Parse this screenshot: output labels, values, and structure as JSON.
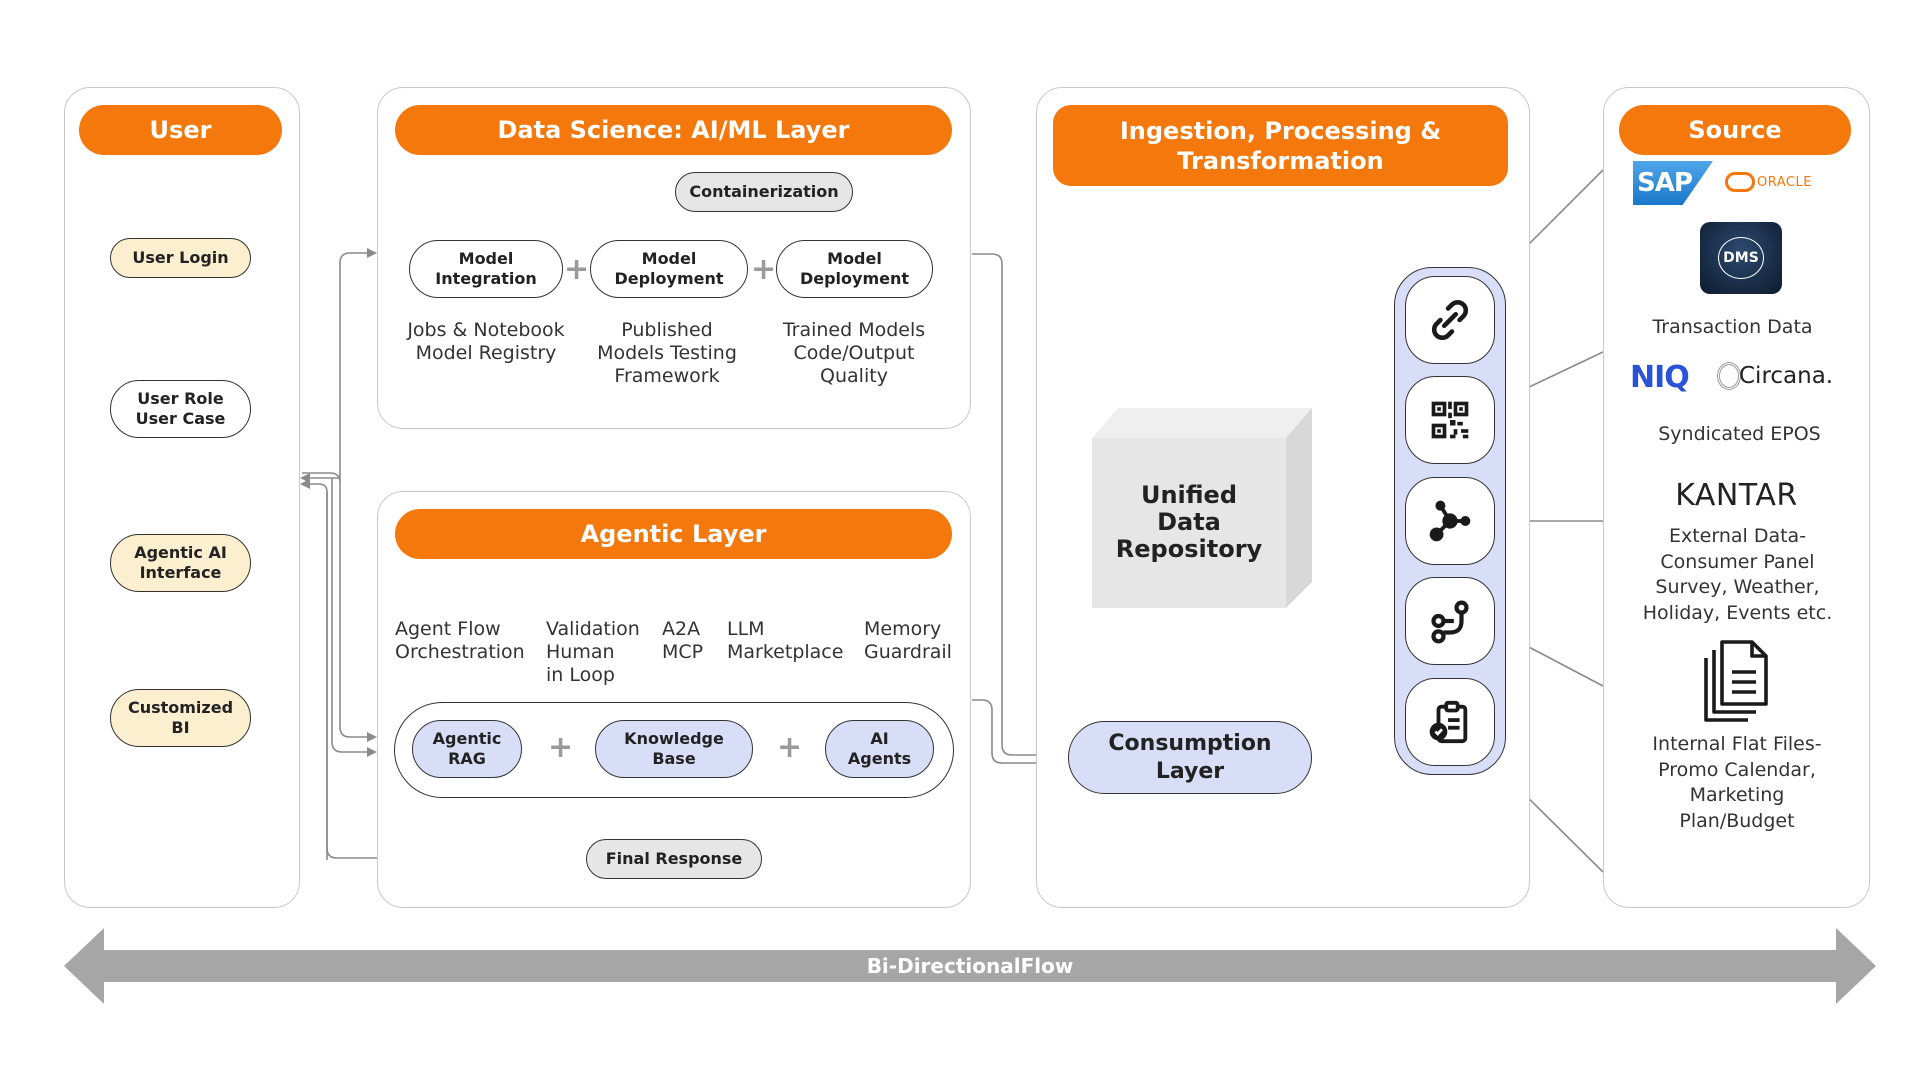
{
  "user": {
    "header": "User",
    "nodes": [
      "User Login",
      "User Role\nUser Case",
      "Agentic AI\nInterface",
      "Customized\nBI"
    ]
  },
  "data_science": {
    "header": "Data Science: AI/ML Layer",
    "containerization": "Containerization",
    "nodes": [
      "Model\nIntegration",
      "Model\nDeployment",
      "Model\nDeployment"
    ],
    "descriptions": [
      "Jobs & Notebook\nModel Registry",
      "Published\nModels Testing\nFramework",
      "Trained Models\nCode/Output\nQuality"
    ]
  },
  "agentic": {
    "header": "Agentic Layer",
    "capabilities": [
      "Agent Flow\nOrchestration",
      "Validation\nHuman\nin Loop",
      "A2A\nMCP",
      "LLM\nMarketplace",
      "Memory\nGuardrail"
    ],
    "nodes": [
      "Agentic\nRAG",
      "Knowledge\nBase",
      "AI\nAgents"
    ],
    "final_response": "Final Response"
  },
  "ingestion": {
    "header": "Ingestion, Processing &\nTransformation",
    "repository": "Unified\nData\nRepository",
    "consumption": "Consumption\nLayer",
    "icons": [
      "link-icon",
      "qr-code-icon",
      "graph-node-icon",
      "branch-icon",
      "clipboard-check-icon"
    ]
  },
  "source": {
    "header": "Source",
    "logos": {
      "sap": "SAP",
      "oracle": "ORACLE",
      "dms": "DMS",
      "niq": "NIQ",
      "circana": "Circana.",
      "kantar": "KANTAR"
    },
    "labels": [
      "Transaction Data",
      "Syndicated EPOS",
      "External Data-\nConsumer Panel\nSurvey, Weather,\nHoliday, Events etc.",
      "Internal Flat Files-\nPromo Calendar,\nMarketing\nPlan/Budget"
    ]
  },
  "footer": {
    "flow_label": "Bi-DirectionalFlow"
  },
  "colors": {
    "accent": "#f4780b",
    "cream": "#fcefcf",
    "blue": "#d9def8",
    "grey": "#e6e6e6",
    "sap": "#1a76c8",
    "oracle": "#f4780b",
    "niq": "#2a52d8"
  }
}
